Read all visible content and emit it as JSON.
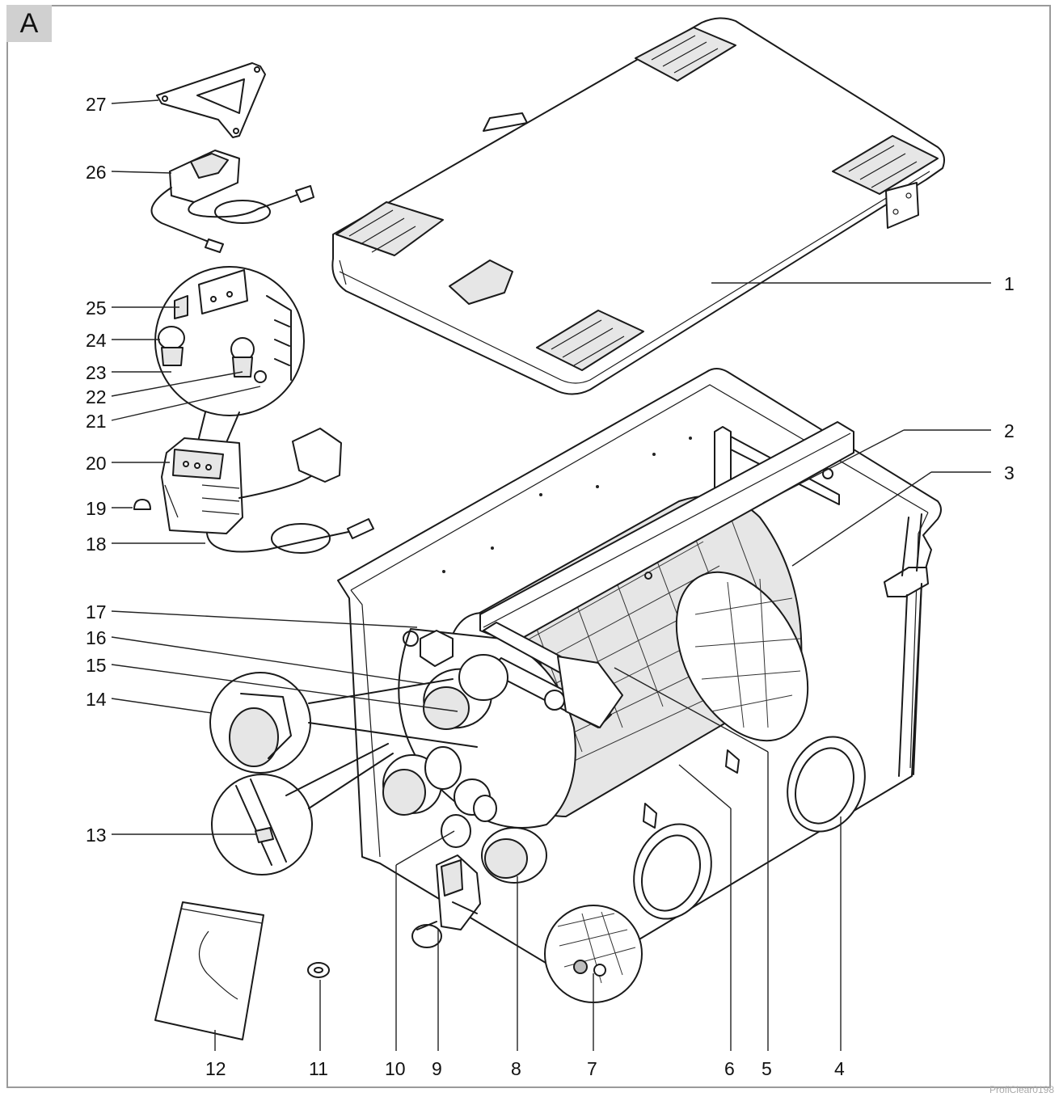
{
  "figure": {
    "panel_tag": "A",
    "credit": "ProfiClear0198",
    "callouts": [
      {
        "id": "1",
        "text": "1"
      },
      {
        "id": "2",
        "text": "2"
      },
      {
        "id": "3",
        "text": "3"
      },
      {
        "id": "4",
        "text": "4"
      },
      {
        "id": "5",
        "text": "5"
      },
      {
        "id": "6",
        "text": "6"
      },
      {
        "id": "7",
        "text": "7"
      },
      {
        "id": "8",
        "text": "8"
      },
      {
        "id": "9",
        "text": "9"
      },
      {
        "id": "10",
        "text": "10"
      },
      {
        "id": "11",
        "text": "11"
      },
      {
        "id": "12",
        "text": "12"
      },
      {
        "id": "13",
        "text": "13"
      },
      {
        "id": "14",
        "text": "14"
      },
      {
        "id": "15",
        "text": "15"
      },
      {
        "id": "16",
        "text": "16"
      },
      {
        "id": "17",
        "text": "17"
      },
      {
        "id": "18",
        "text": "18"
      },
      {
        "id": "19",
        "text": "19"
      },
      {
        "id": "20",
        "text": "20"
      },
      {
        "id": "21",
        "text": "21"
      },
      {
        "id": "22",
        "text": "22"
      },
      {
        "id": "23",
        "text": "23"
      },
      {
        "id": "24",
        "text": "24"
      },
      {
        "id": "25",
        "text": "25"
      },
      {
        "id": "26",
        "text": "26"
      },
      {
        "id": "27",
        "text": "27"
      }
    ]
  }
}
